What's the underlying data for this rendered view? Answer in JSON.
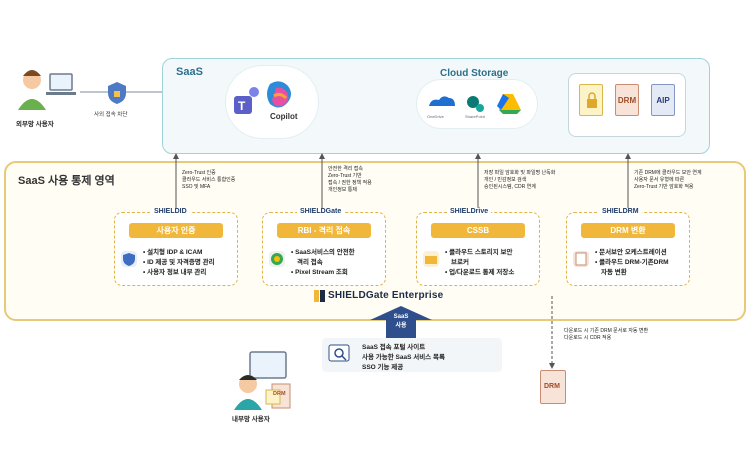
{
  "saas": {
    "title": "SaaS",
    "apps": {
      "copilot_label": "Copilot"
    },
    "storage": {
      "title": "Cloud Storage",
      "onedrive": "OneDrive",
      "sharepoint": "SharePoint"
    },
    "docs": {
      "drm": "DRM",
      "aip": "AIP"
    }
  },
  "external_user": {
    "label": "외부망 사용자",
    "access_label": "사외 접속 차단"
  },
  "control": {
    "title": "SaaS 사용 통제 영역",
    "enterprise": "SHIELDGate Enterprise",
    "cards": [
      {
        "logo": "SHIELDID",
        "pill": "사용자 인증",
        "items": [
          "설치형 IDP & ICAM",
          "ID 제공 및 자격증명 관리",
          "사용자 정보 내부 관리"
        ]
      },
      {
        "logo": "SHIELDGate",
        "pill": "RBI - 격리 접속",
        "items": [
          "SaaS서비스의 안전한",
          "격리 접속",
          "Pixel Stream 조회"
        ]
      },
      {
        "logo": "SHIELDrive",
        "pill": "CSSB",
        "items": [
          "클라우드 스토리지 보안",
          "브로커",
          "업/다운로드 통제 저장소"
        ]
      },
      {
        "logo": "SHIELDRM",
        "pill": "DRM 변환",
        "items": [
          "문서보안 오케스트레이션",
          "클라우드 DRM-기존DRM",
          "자동 변환"
        ]
      }
    ],
    "arrow_notes": [
      [
        "Zero-Trust 인증",
        "클라우드 서비스 통합인증",
        "SSO 및 MFA"
      ],
      [
        "안전한 격리 접속",
        "Zero-Trust 기반",
        "접속 / 권한 정책 적용",
        "개인정보 통제"
      ],
      [
        "저장 파일 암호화 및 파일명 난독화",
        "개인 / 민감정보 검색",
        "승인된시스템, CDR 연계"
      ],
      [
        "기존 DRM에 클라우드 보안 연계",
        "사용자 문서 유형에 따른",
        "Zero-Trust 기반 암호화 적용"
      ]
    ]
  },
  "bottom": {
    "saas_use": [
      "SaaS",
      "사용"
    ],
    "portal": [
      "SaaS 접속 포털 사이트",
      "사용 가능한 SaaS 서비스 목록",
      "SSO 기능 제공"
    ],
    "internal_user": "내부망 사용자",
    "drm_notes": [
      "다운로드 시 기존 DRM 문서로 자동 변환",
      "다운로드 시 CDR 적용"
    ],
    "drm_file": "DRM",
    "user_drm": "DRM"
  },
  "colors": {
    "accent": "#f0b73b",
    "saas_border": "#9fd3da",
    "control_border": "#e7c97a"
  }
}
